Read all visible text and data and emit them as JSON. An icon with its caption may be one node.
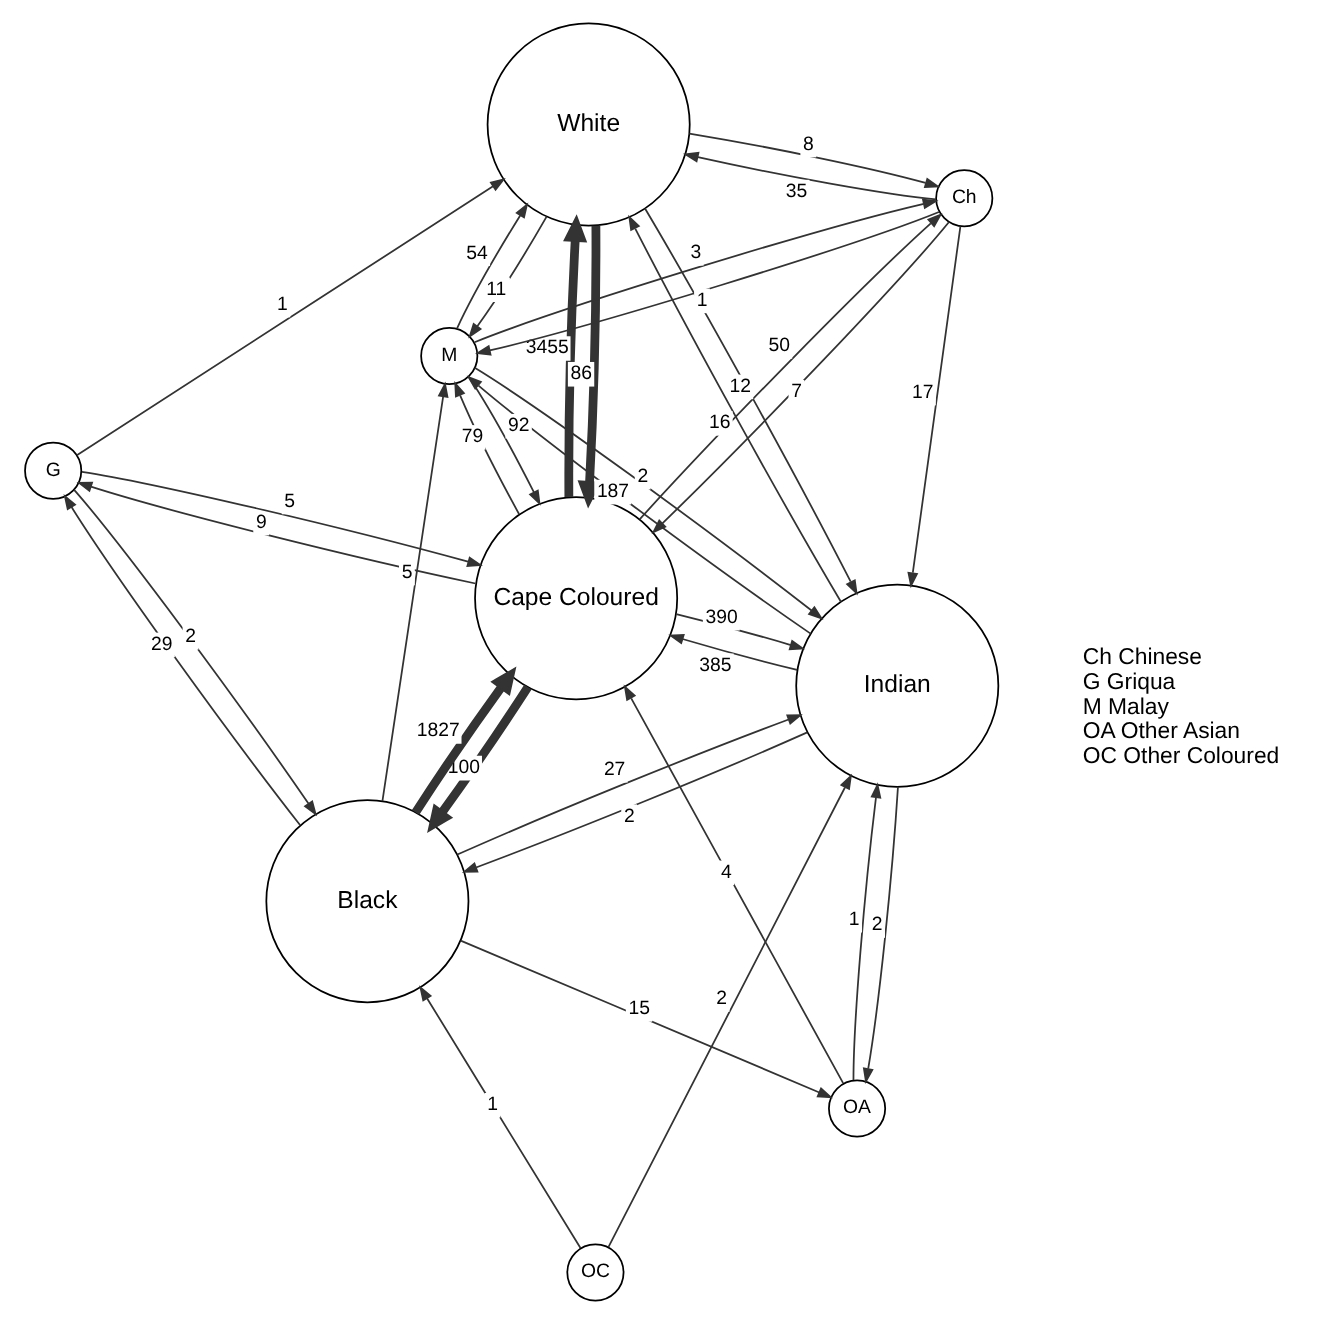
{
  "diagram": {
    "nodes": [
      {
        "text": [
          "Cape Coloured"
        ]
      },
      {
        "text": [
          "White"
        ]
      },
      {
        "text": [
          "Black"
        ]
      },
      {
        "text": [
          "Indian"
        ]
      },
      {
        "text": [
          "Ch"
        ]
      },
      {
        "text": [
          "G"
        ]
      },
      {
        "text": [
          "M"
        ]
      },
      {
        "text": [
          "OA"
        ]
      },
      {
        "text": [
          "OC"
        ]
      }
    ],
    "edges": [
      {
        "from": 0,
        "to": 1,
        "arrow": "to",
        "label": "3455",
        "style": "thick"
      },
      {
        "from": 1,
        "to": 0,
        "arrow": "to",
        "label": "86",
        "style": "thick"
      },
      {
        "from": 0,
        "to": 4,
        "arrow": "to",
        "label": "50"
      },
      {
        "from": 4,
        "to": 0,
        "arrow": "to",
        "label": "7"
      },
      {
        "from": 4,
        "to": 1,
        "arrow": "to",
        "label": "35"
      },
      {
        "from": 1,
        "to": 4,
        "arrow": "to",
        "label": "8"
      },
      {
        "from": 6,
        "to": 4,
        "arrow": "to",
        "label": "3"
      },
      {
        "from": 4,
        "to": 6,
        "arrow": "to",
        "label": "1"
      },
      {
        "from": 6,
        "to": 0,
        "arrow": "to",
        "label": "92"
      },
      {
        "from": 0,
        "to": 6,
        "arrow": "to",
        "label": "79"
      },
      {
        "from": 6,
        "to": 1,
        "arrow": "to",
        "label": "54"
      },
      {
        "from": 1,
        "to": 6,
        "arrow": "to",
        "label": "11"
      },
      {
        "from": 3,
        "to": 6,
        "arrow": "to",
        "label": "187"
      },
      {
        "from": 6,
        "to": 3,
        "arrow": "to",
        "label": "2"
      },
      {
        "from": 4,
        "to": 3,
        "arrow": "to",
        "label": "17"
      },
      {
        "from": 3,
        "to": 1,
        "arrow": "to",
        "label": "16"
      },
      {
        "from": 1,
        "to": 3,
        "arrow": "to",
        "label": "12"
      },
      {
        "from": 5,
        "to": 1,
        "arrow": "to",
        "label": "1"
      },
      {
        "from": 5,
        "to": 0,
        "arrow": "to",
        "label": "5"
      },
      {
        "from": 0,
        "to": 5,
        "arrow": "to",
        "label": "9"
      },
      {
        "from": 2,
        "to": 5,
        "arrow": "to",
        "label": "29"
      },
      {
        "from": 5,
        "to": 2,
        "arrow": "to",
        "label": "2"
      },
      {
        "from": 2,
        "to": 0,
        "arrow": "to",
        "label": "1827",
        "style": "thick"
      },
      {
        "from": 0,
        "to": 2,
        "arrow": "to",
        "label": "100",
        "style": "thick"
      },
      {
        "from": 3,
        "to": 0,
        "arrow": "to",
        "label": "385"
      },
      {
        "from": 0,
        "to": 3,
        "arrow": "to",
        "label": "390"
      },
      {
        "from": 7,
        "to": 0,
        "arrow": "to",
        "label": "4"
      },
      {
        "from": 2,
        "to": 6,
        "arrow": "to",
        "label": "5"
      },
      {
        "from": 2,
        "to": 7,
        "arrow": "to",
        "label": "15"
      },
      {
        "from": 7,
        "to": 3,
        "arrow": "to",
        "label": "1"
      },
      {
        "from": 3,
        "to": 7,
        "arrow": "to",
        "label": "2"
      },
      {
        "from": 2,
        "to": 3,
        "arrow": "to",
        "label": "27"
      },
      {
        "from": 3,
        "to": 2,
        "arrow": "to",
        "label": "2"
      },
      {
        "from": 8,
        "to": 2,
        "arrow": "to",
        "label": "1"
      },
      {
        "from": 8,
        "to": 3,
        "arrow": "to",
        "label": "2"
      }
    ],
    "labels": [
      "Ch Chinese",
      "G Griqua",
      "M Malay",
      "OA Other Asian",
      "OC Other Coloured"
    ]
  }
}
